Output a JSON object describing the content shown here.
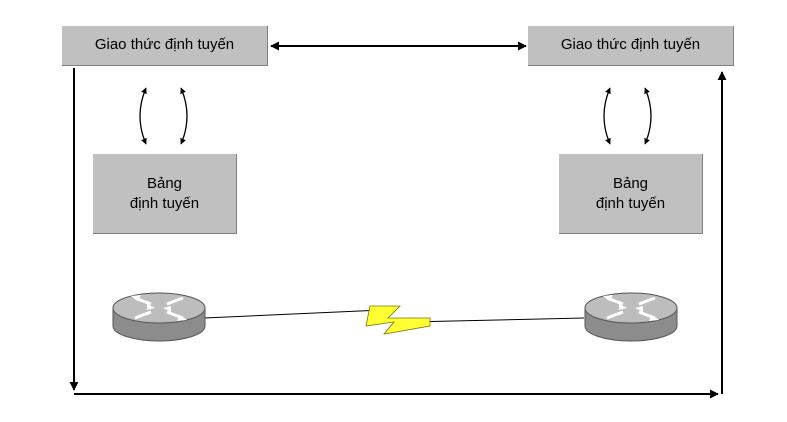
{
  "left_router": {
    "protocol_label": "Giao thức định tuyến",
    "table_label_line1": "Bảng",
    "table_label_line2": "định tuyến"
  },
  "right_router": {
    "protocol_label": "Giao thức định tuyến",
    "table_label_line1": "Bảng",
    "table_label_line2": "định tuyến"
  },
  "colors": {
    "box_fill": "#c0c0c0",
    "arrow": "#000000",
    "wan_link": "#ffff00",
    "router_body": "#a6a6a6"
  },
  "icons": [
    "router-icon",
    "wan-link-icon"
  ]
}
